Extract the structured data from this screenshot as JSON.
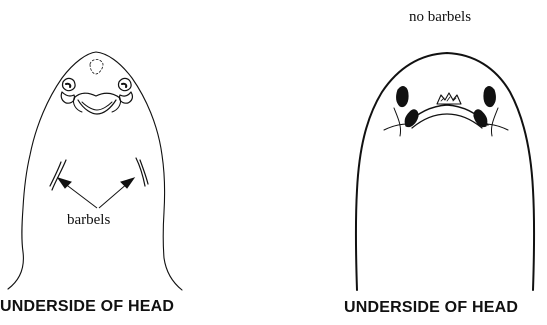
{
  "left_figure": {
    "caption": "UNDERSIDE OF HEAD",
    "annotation": "barbels"
  },
  "right_figure": {
    "caption": "UNDERSIDE OF HEAD",
    "annotation": "no barbels"
  },
  "colors": {
    "ink": "#111111",
    "background": "#ffffff"
  }
}
